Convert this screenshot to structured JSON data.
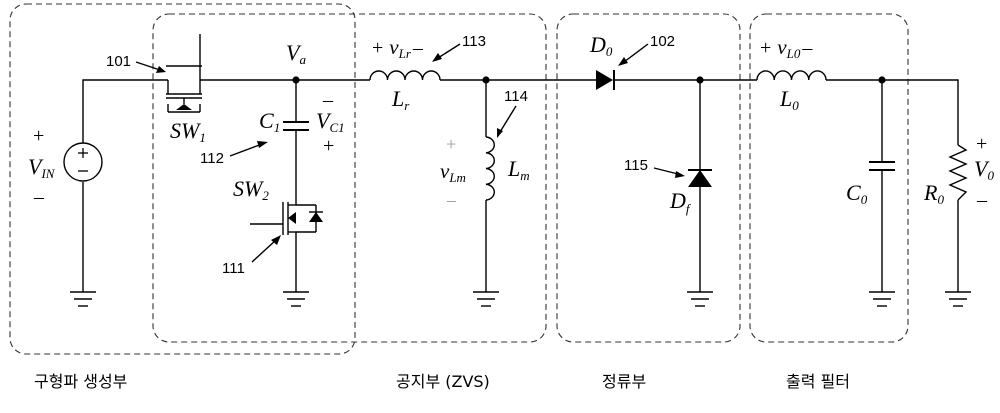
{
  "blocks": {
    "wave_gen": "구형파 생성부",
    "zvs": "공지부 (ZVS)",
    "rectifier": "정류부",
    "output_filter": "출력 필터"
  },
  "refs": {
    "r101": "101",
    "r102": "102",
    "r111": "111",
    "r112": "112",
    "r113": "113",
    "r114": "114",
    "r115": "115"
  },
  "labels": {
    "vin_main": "V",
    "vin_sub": "IN",
    "va_main": "V",
    "va_sub": "a",
    "sw1_main": "SW",
    "sw1_sub": "1",
    "sw2_main": "SW",
    "sw2_sub": "2",
    "c1_main": "C",
    "c1_sub": "1",
    "vc1_main": "V",
    "vc1_sub": "C1",
    "vlr_main": "v",
    "vlr_sub": "Lr",
    "lr_main": "L",
    "lr_sub": "r",
    "vlm_main": "v",
    "vlm_sub": "Lm",
    "lm_main": "L",
    "lm_sub": "m",
    "d0_main": "D",
    "d0_sub": "0",
    "df_main": "D",
    "df_sub": "f",
    "vl0_main": "v",
    "vl0_sub": "L0",
    "l0_main": "L",
    "l0_sub": "0",
    "c0_main": "C",
    "c0_sub": "0",
    "r0_main": "R",
    "r0_sub": "0",
    "v0_main": "V",
    "v0_sub": "0"
  },
  "signs": {
    "plus": "+",
    "minus": "–"
  }
}
